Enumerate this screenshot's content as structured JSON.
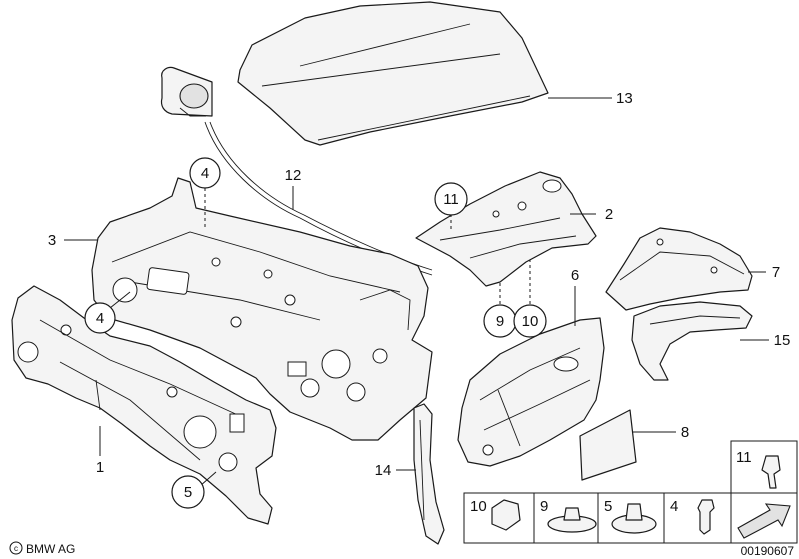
{
  "callouts": {
    "c1": "1",
    "c2": "2",
    "c3": "3",
    "c4a": "4",
    "c4b": "4",
    "c5": "5",
    "c6": "6",
    "c7": "7",
    "c8": "8",
    "c9": "9",
    "c10": "10",
    "c11": "11",
    "c12": "12",
    "c13": "13",
    "c14": "14",
    "c15": "15"
  },
  "parts_table": {
    "k11": "11",
    "k10": "10",
    "k9": "9",
    "k5": "5",
    "k4": "4"
  },
  "footer": {
    "brand": "BMW AG",
    "diagram_id": "00190607"
  },
  "icons": {
    "brand_mark": "copyright-icon",
    "arrow_cell": "arrow-icon"
  },
  "colors": {
    "line": "#1a1a1a",
    "fill": "#f4f4f4"
  }
}
